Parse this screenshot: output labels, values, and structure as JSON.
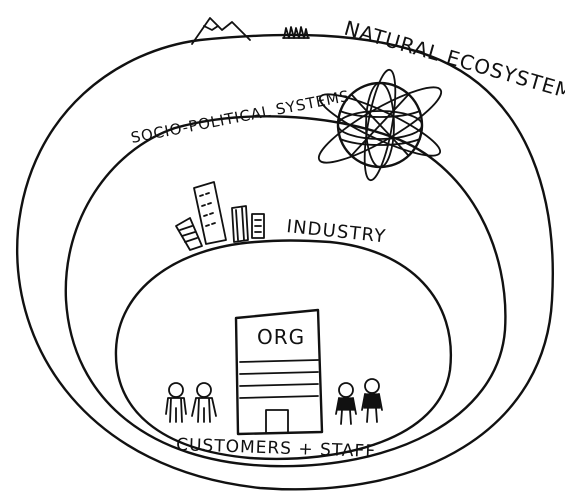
{
  "labels": {
    "natural": "NATURAL ECOSYSTEMS",
    "socio": "SOCIO-POLITICAL SYSTEMS",
    "industry": "INDUSTRY",
    "org": "ORG",
    "customers": "CUSTOMERS + STAFF"
  },
  "icons": [
    "mountain-icon",
    "grass-icon",
    "globe-icon",
    "buildings-icon",
    "org-building-icon",
    "person-icon"
  ],
  "colors": {
    "ink": "#111111",
    "background": "#ffffff"
  }
}
